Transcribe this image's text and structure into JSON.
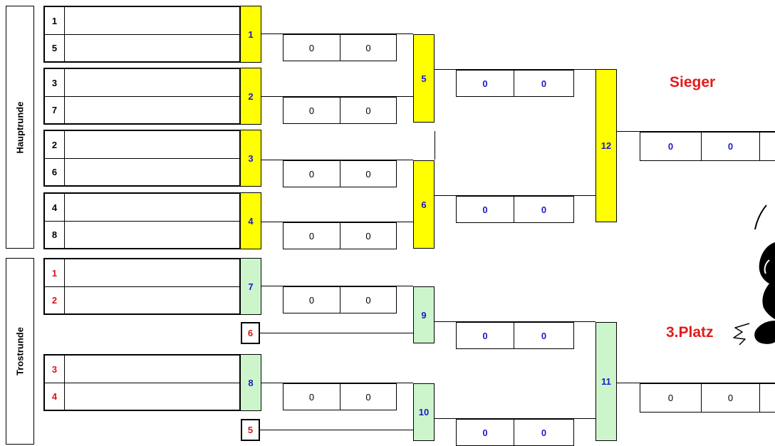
{
  "sections": {
    "haupt": "Hauptrunde",
    "trost": "Trostrunde"
  },
  "teams": {
    "t1": "1",
    "t2": "5",
    "t3": "3",
    "t4": "7",
    "t5": "2",
    "t6": "6",
    "t7": "4",
    "t8": "8",
    "t9": "1",
    "t10": "2",
    "t11": "3",
    "t12": "4"
  },
  "byes": {
    "b1": "6",
    "b2": "5"
  },
  "matches": {
    "m1": "1",
    "m2": "2",
    "m3": "3",
    "m4": "4",
    "m5": "5",
    "m6": "6",
    "m7": "7",
    "m8": "8",
    "m9": "9",
    "m10": "10",
    "m11": "11",
    "m12": "12"
  },
  "scores": {
    "s1a": "0",
    "s1b": "0",
    "s2a": "0",
    "s2b": "0",
    "s3a": "0",
    "s3b": "0",
    "s4a": "0",
    "s4b": "0",
    "s5a": "0",
    "s5b": "0",
    "s6a": "0",
    "s6b": "0",
    "s7a": "0",
    "s7b": "0",
    "s8a": "0",
    "s8b": "0",
    "s9a": "0",
    "s9b": "0",
    "s10a": "0",
    "s10b": "0",
    "s11a": "0",
    "s11b": "0",
    "s12a": "0",
    "s12b": "0"
  },
  "labels": {
    "winner": "Sieger",
    "third": "3.Platz"
  },
  "colors": {
    "hauptrunde_match": "#ffff00",
    "trostrunde_match": "#ccf5cc",
    "title": "#e31b1b",
    "loser_seed": "#e01010",
    "match_number": "#1a1acc"
  }
}
